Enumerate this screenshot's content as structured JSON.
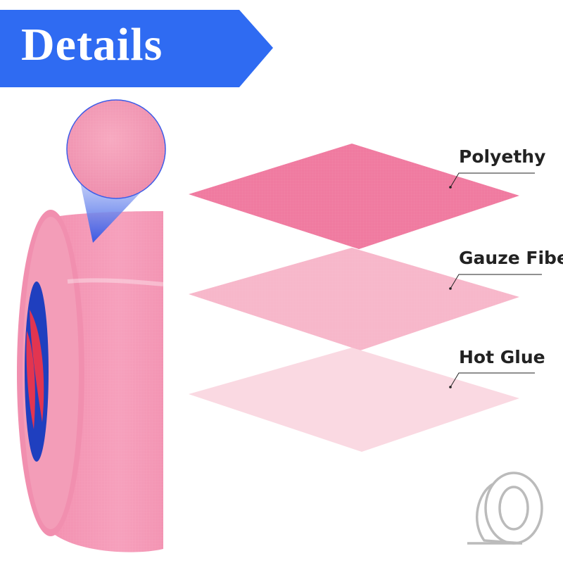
{
  "banner": {
    "title": "Details",
    "color": "#2F6BF2"
  },
  "product": {
    "tape_color": "#F596B4",
    "core_colors": [
      "#1F3FBF",
      "#E23550"
    ]
  },
  "layers": [
    {
      "label": "Polyethy",
      "color": "#F07AA0"
    },
    {
      "label": "Gauze Fiber",
      "color": "#F7B7CA"
    },
    {
      "label": "Hot Glue",
      "color": "#FAD9E2"
    }
  ],
  "logo": {
    "icon": "tape-roll-icon"
  }
}
